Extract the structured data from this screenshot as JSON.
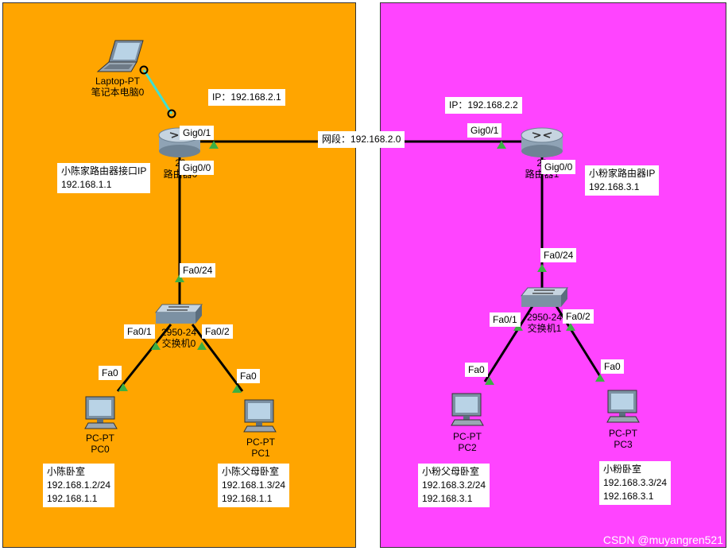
{
  "colors": {
    "left_zone": "#ffa500",
    "right_zone": "#ff44ff",
    "cable": "#000000",
    "console": "#40e0d0",
    "port_up": "#3cb043"
  },
  "laptop": {
    "model": "Laptop-PT",
    "name": "笔记本电脑0"
  },
  "router0": {
    "model": "29",
    "name": "路由器0",
    "ip_label": "IP：192.168.2.1",
    "port_up": "Gig0/1",
    "port_down": "Gig0/0",
    "lan_note": [
      "小陈家路由器接口IP",
      "192.168.1.1"
    ]
  },
  "router1": {
    "model": "29",
    "name": "路由器1",
    "ip_label": "IP：192.168.2.2",
    "port_up": "Gig0/1",
    "port_down": "Gig0/0",
    "lan_note": [
      "小粉家路由器IP",
      "192.168.3.1"
    ]
  },
  "wan_label": "网段：192.168.2.0",
  "switch0": {
    "model": "2950-24",
    "name": "交换机0",
    "port_up": "Fa0/24",
    "port_left": "Fa0/1",
    "port_right": "Fa0/2"
  },
  "switch1": {
    "model": "2950-24",
    "name": "交换机1",
    "port_up": "Fa0/24",
    "port_left": "Fa0/1",
    "port_right": "Fa0/2"
  },
  "pcs": [
    {
      "model": "PC-PT",
      "name": "PC0",
      "port": "Fa0",
      "info": [
        "小陈卧室",
        "192.168.1.2/24",
        "192.168.1.1"
      ]
    },
    {
      "model": "PC-PT",
      "name": "PC1",
      "port": "Fa0",
      "info": [
        "小陈父母卧室",
        "192.168.1.3/24",
        "192.168.1.1"
      ]
    },
    {
      "model": "PC-PT",
      "name": "PC2",
      "port": "Fa0",
      "info": [
        "小粉父母卧室",
        "192.168.3.2/24",
        "192.168.3.1"
      ]
    },
    {
      "model": "PC-PT",
      "name": "PC3",
      "port": "Fa0",
      "info": [
        "小粉卧室",
        "192.168.3.3/24",
        "192.168.3.1"
      ]
    }
  ],
  "watermark": "CSDN @muyangren521"
}
